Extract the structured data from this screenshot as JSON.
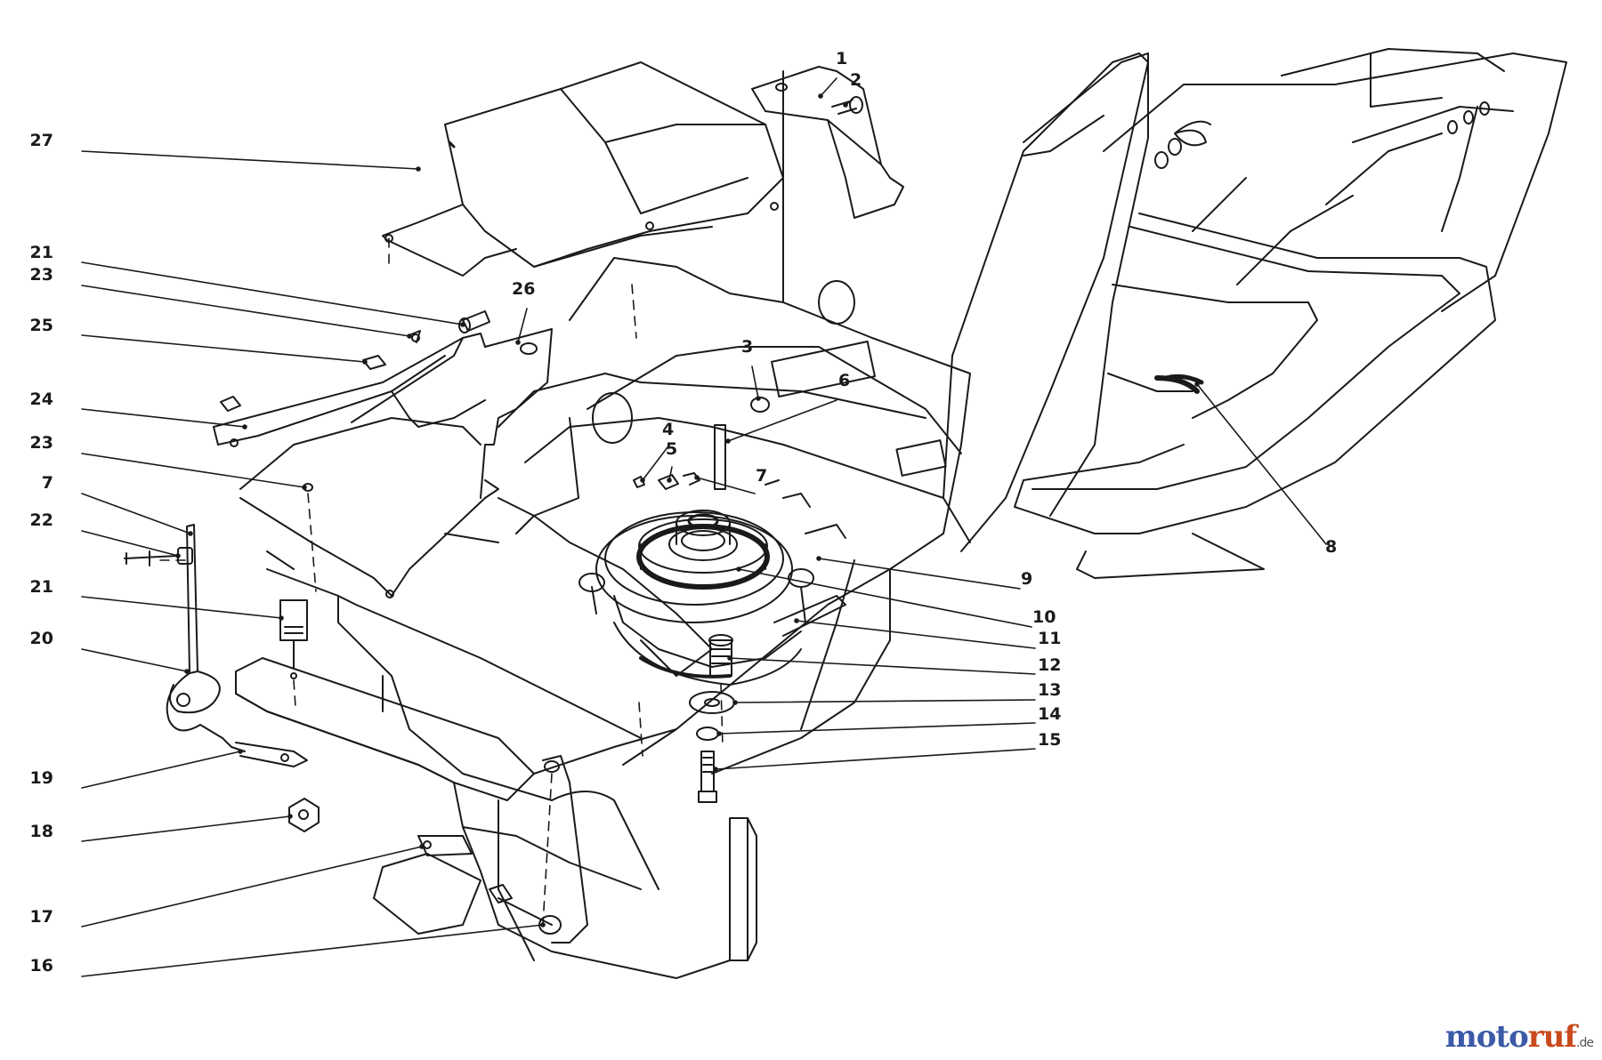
{
  "diagram": {
    "stroke_color": "#1a1a1a",
    "callouts": [
      {
        "id": "27",
        "side": "left"
      },
      {
        "id": "21",
        "side": "left"
      },
      {
        "id": "23",
        "side": "left"
      },
      {
        "id": "25",
        "side": "left"
      },
      {
        "id": "24",
        "side": "left"
      },
      {
        "id": "23",
        "side": "left"
      },
      {
        "id": "7",
        "side": "left"
      },
      {
        "id": "22",
        "side": "left"
      },
      {
        "id": "21",
        "side": "left"
      },
      {
        "id": "20",
        "side": "left"
      },
      {
        "id": "19",
        "side": "left"
      },
      {
        "id": "18",
        "side": "left"
      },
      {
        "id": "17",
        "side": "left"
      },
      {
        "id": "16",
        "side": "left"
      },
      {
        "id": "1",
        "side": "top"
      },
      {
        "id": "2",
        "side": "top"
      },
      {
        "id": "26",
        "side": "top"
      },
      {
        "id": "3",
        "side": "top"
      },
      {
        "id": "6",
        "side": "top"
      },
      {
        "id": "4",
        "side": "top"
      },
      {
        "id": "5",
        "side": "top"
      },
      {
        "id": "7",
        "side": "top"
      },
      {
        "id": "8",
        "side": "right"
      },
      {
        "id": "9",
        "side": "right"
      },
      {
        "id": "10",
        "side": "right"
      },
      {
        "id": "11",
        "side": "right"
      },
      {
        "id": "12",
        "side": "right"
      },
      {
        "id": "13",
        "side": "right"
      },
      {
        "id": "14",
        "side": "right"
      },
      {
        "id": "15",
        "side": "right"
      }
    ]
  },
  "watermark": {
    "brand_a": "moto",
    "brand_b": "ruf",
    "suffix": ".de"
  }
}
